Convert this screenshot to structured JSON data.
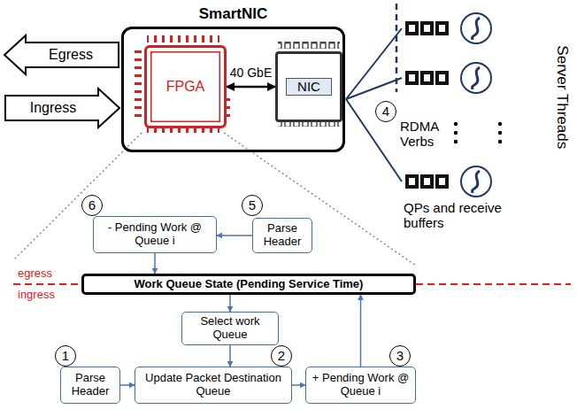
{
  "diagram": {
    "nodes": [
      {
        "text": [
          "SmartNIC"
        ]
      },
      {
        "text": [
          "FPGA"
        ],
        "in": 0
      },
      {
        "text": [
          "NIC"
        ],
        "in": 0
      },
      {
        "text": [
          "Egress"
        ]
      },
      {
        "text": [
          "Ingress"
        ]
      },
      {
        "text": [
          "4"
        ]
      },
      {
        "text": [
          "6"
        ]
      },
      {
        "text": [
          "- Pending Work @ Queue i"
        ]
      },
      {
        "text": [
          "5"
        ]
      },
      {
        "text": [
          "Parse Header"
        ]
      },
      {
        "text": [
          "Work Queue State (Pending Service Time)"
        ]
      },
      {
        "text": [
          "Select work Queue"
        ]
      },
      {
        "text": [
          "1"
        ]
      },
      {
        "text": [
          "Parse Header"
        ]
      },
      {
        "text": [
          "2"
        ]
      },
      {
        "text": [
          "Update Packet Destination Queue"
        ]
      },
      {
        "text": [
          "3"
        ]
      },
      {
        "text": [
          "+ Pending Work @ Queue i"
        ]
      }
    ],
    "edges": [
      {
        "from": 1,
        "to": 2,
        "arrow": "both",
        "label": "40 GbE"
      },
      {
        "from": 9,
        "to": 7,
        "arrow": "to"
      },
      {
        "from": 7,
        "to": 10,
        "arrow": "to"
      },
      {
        "from": 10,
        "to": 11,
        "arrow": "to"
      },
      {
        "from": 11,
        "to": 15,
        "arrow": "to"
      },
      {
        "from": 13,
        "to": 15,
        "arrow": "to"
      },
      {
        "from": 15,
        "to": 17,
        "arrow": "to"
      },
      {
        "from": 17,
        "to": 10,
        "arrow": "to"
      }
    ],
    "labels": [
      "egress",
      "ingress",
      "RDMA Verbs",
      "QPs and receive buffers",
      "Server Threads"
    ]
  }
}
